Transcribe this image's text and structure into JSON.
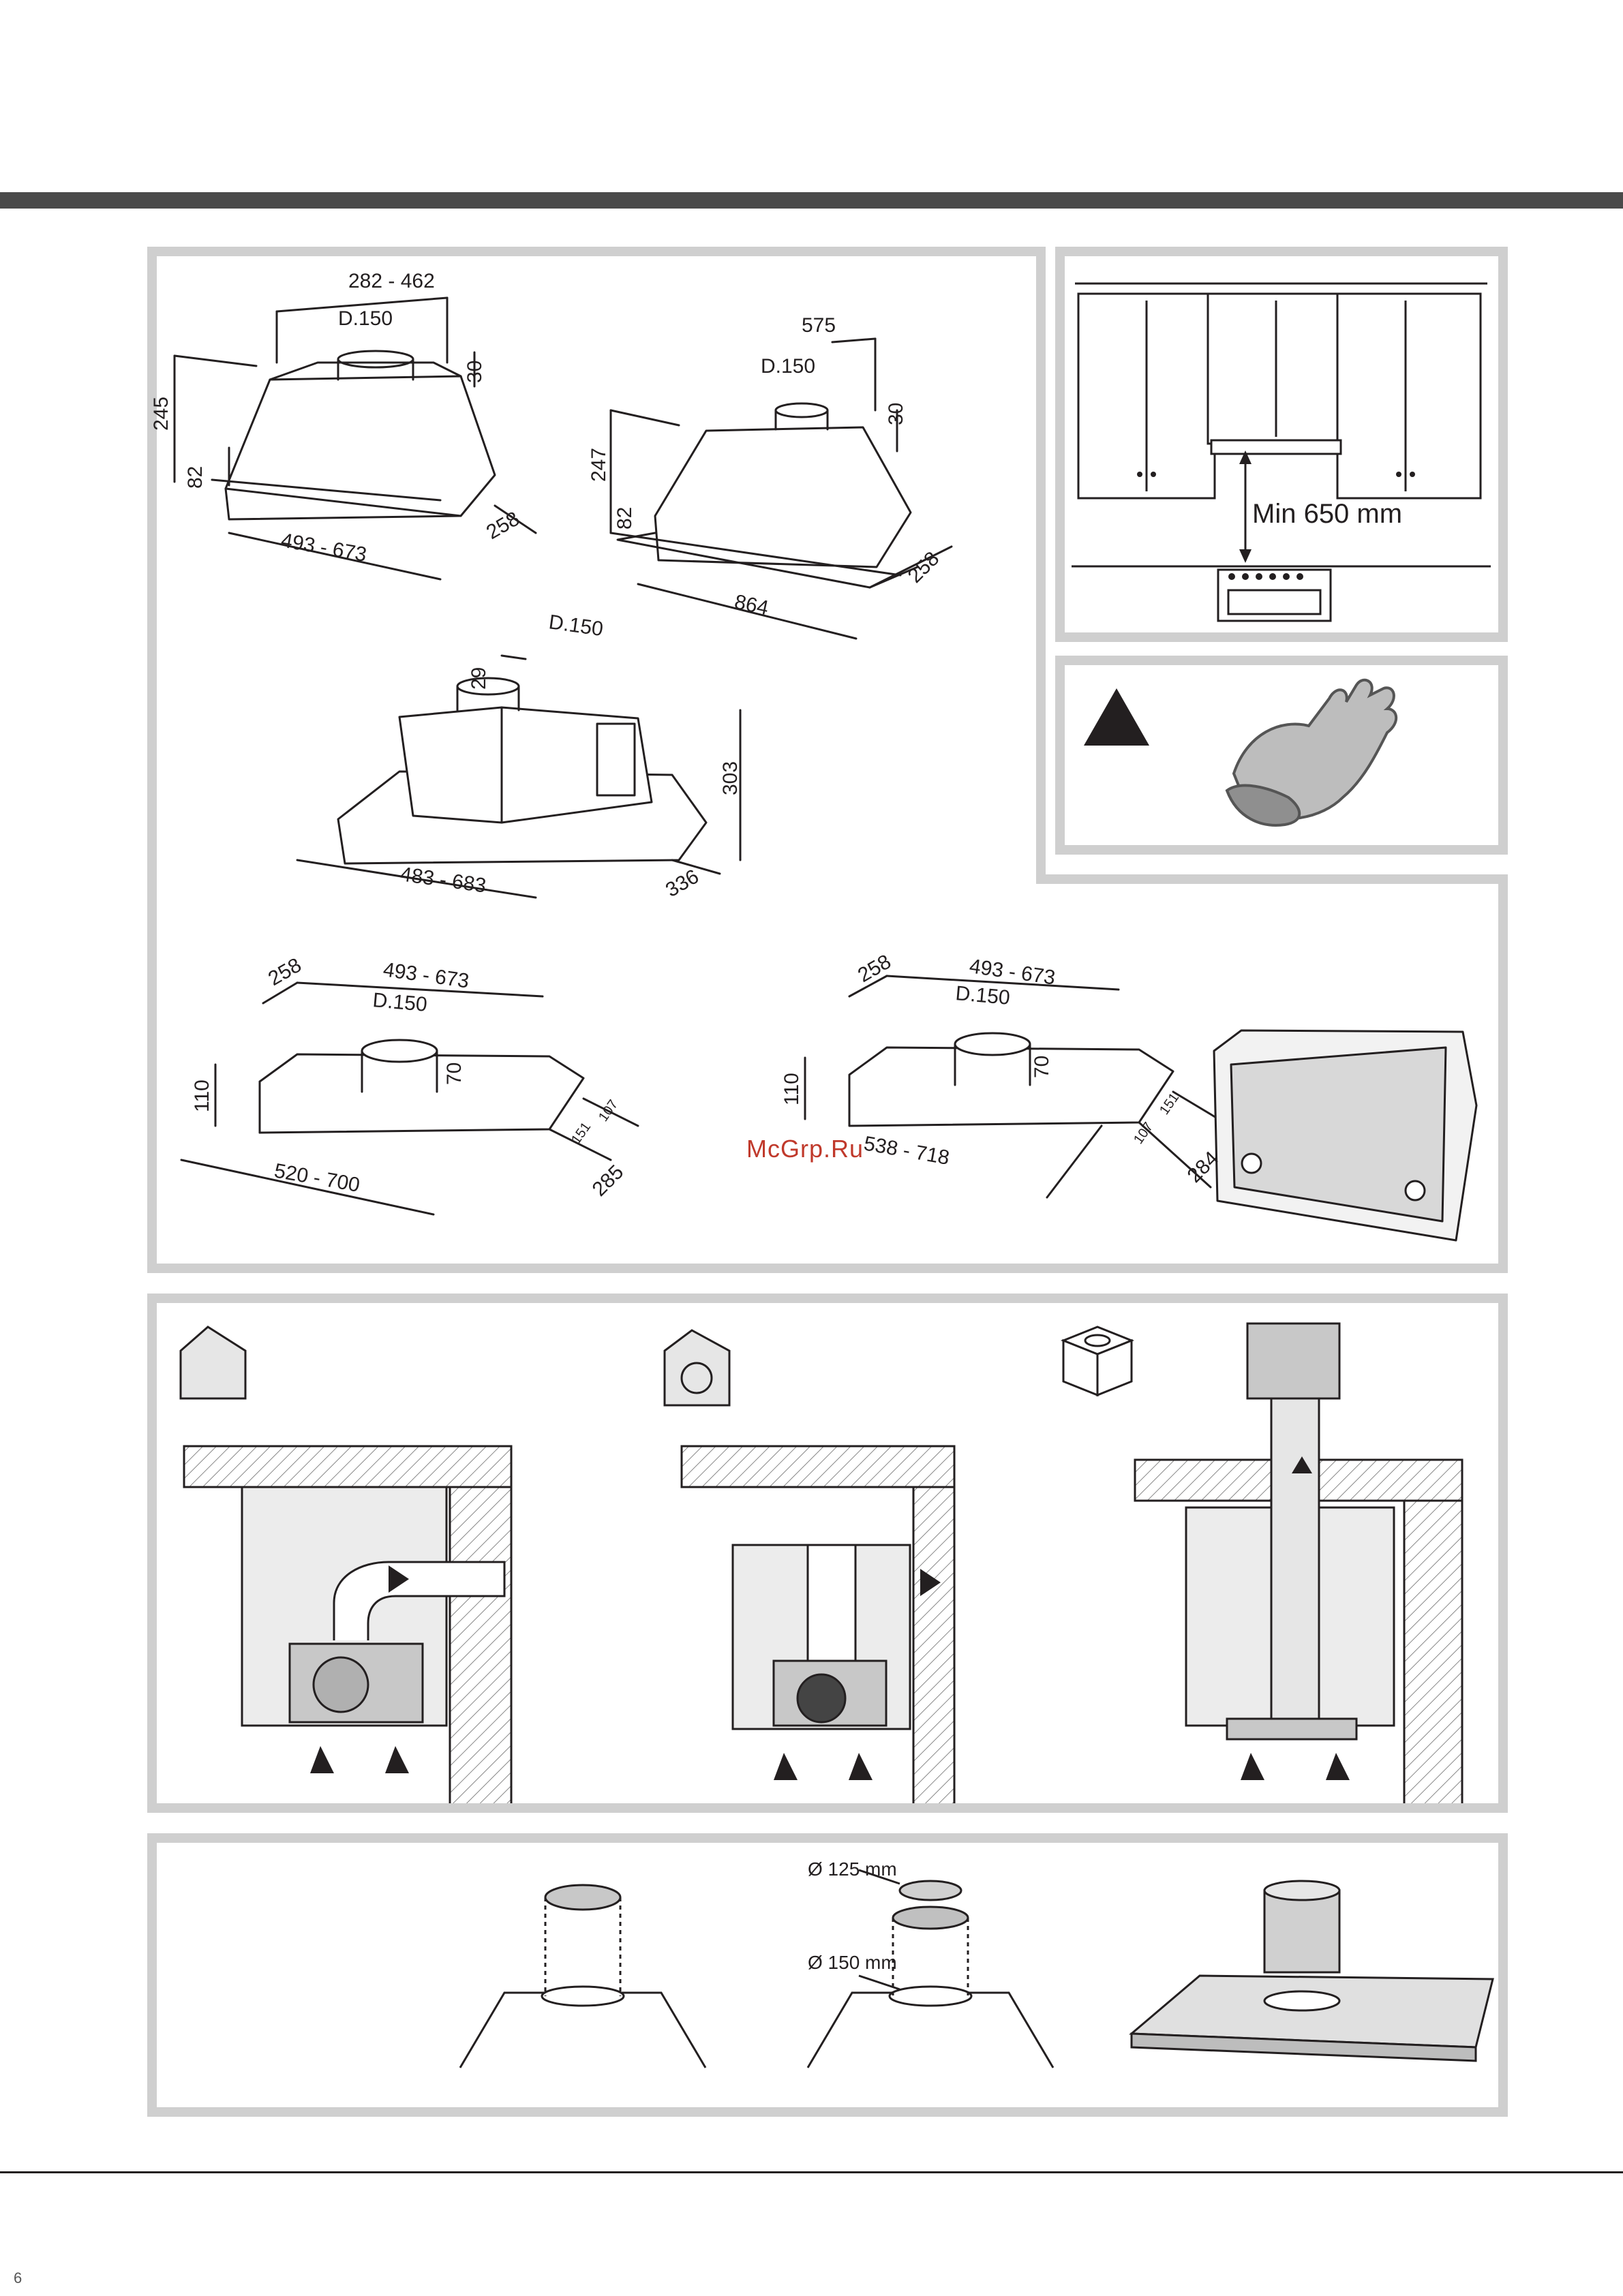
{
  "watermark": "McGrp.Ru",
  "footer": {
    "page_number": "6"
  },
  "clearance": {
    "label": "Min 650 mm"
  },
  "hoods": {
    "hood_a": {
      "width": "282 - 462",
      "duct": "D.150",
      "collar": "30",
      "height": "245",
      "body": "82",
      "depth": "258",
      "base": "493 - 673"
    },
    "hood_b": {
      "width": "575",
      "duct": "D.150",
      "collar": "30",
      "height": "247",
      "body": "82",
      "depth": "258",
      "base": "864"
    },
    "hood_c": {
      "duct": "D.150",
      "collar": "29",
      "height": "303",
      "base": "483 - 683",
      "depth": "336"
    },
    "hood_d": {
      "depth": "258",
      "width": "493 - 673",
      "duct": "D.150",
      "collar": "70",
      "height": "110",
      "gap_a": "151",
      "gap_b": "107",
      "base": "520 - 700",
      "total": "285"
    },
    "hood_e": {
      "depth": "258",
      "width": "493 - 673",
      "duct": "D.150",
      "collar": "70",
      "height": "110",
      "gap_a": "107",
      "gap_b": "151",
      "base": "538 - 718",
      "total": "284"
    }
  },
  "accessories": {
    "small_duct": "Ø 125 mm",
    "large_duct": "Ø 150 mm"
  },
  "icons": [
    "warning-icon",
    "gloves-icon",
    "ducted-mode-icon",
    "recirculation-mode-icon",
    "filter-box-icon"
  ]
}
